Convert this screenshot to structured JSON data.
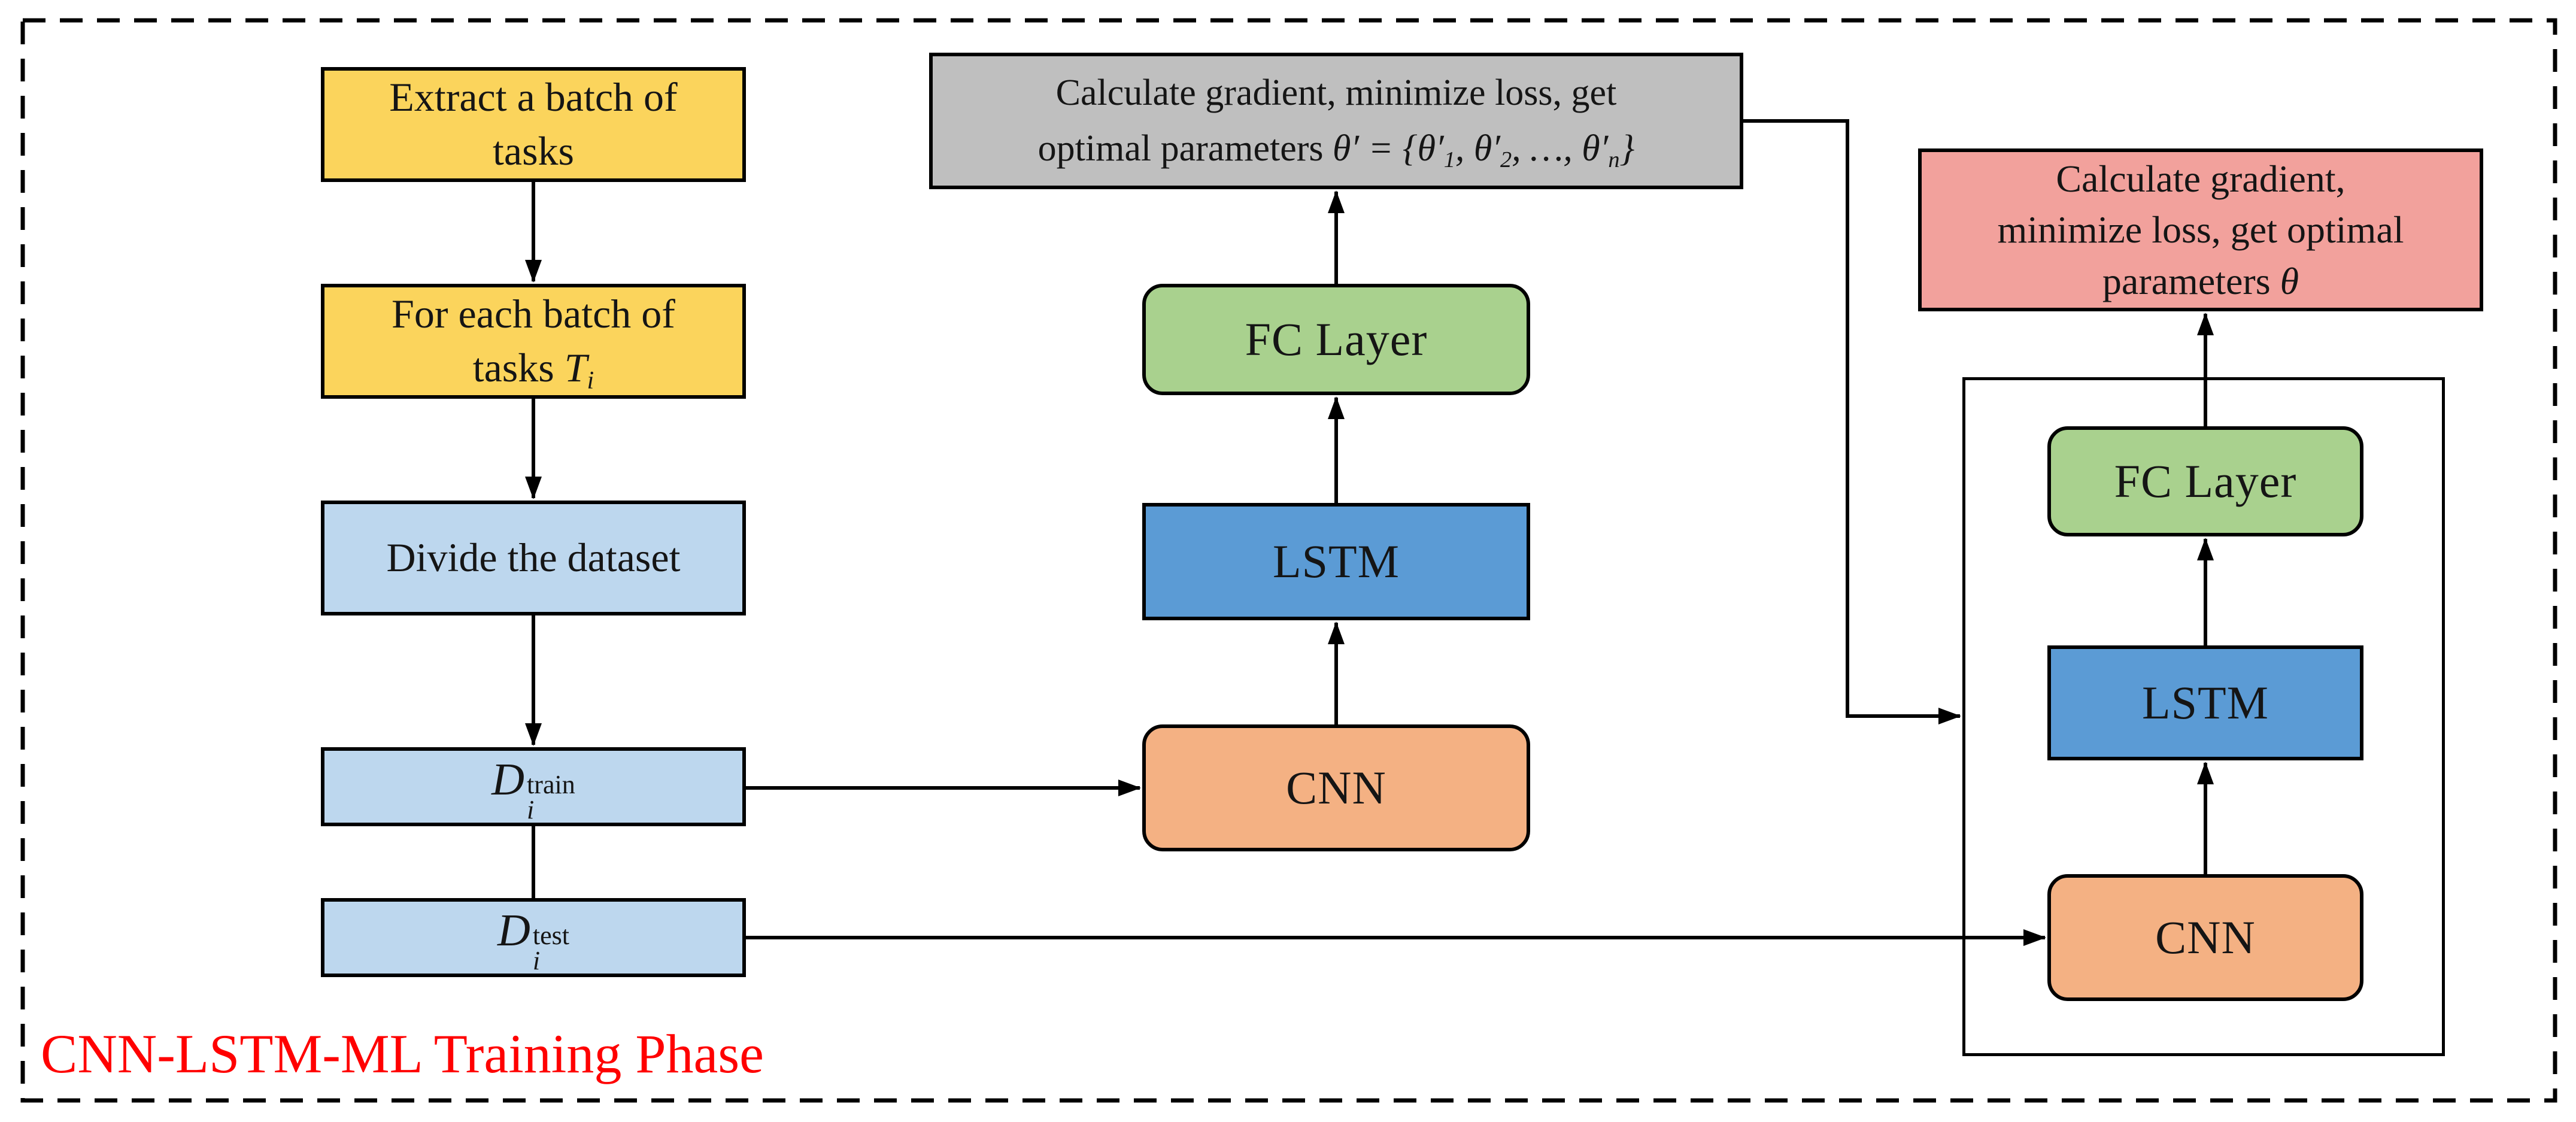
{
  "colors": {
    "yellow": "#FBD45C",
    "light_blue": "#BDD7EE",
    "gray": "#BFBFBF",
    "green": "#A9D18E",
    "blue": "#5B9BD5",
    "orange": "#F4B183",
    "pink": "#F2A19C",
    "phase_label_red": "#FF0000",
    "line_black": "#000000"
  },
  "phase_label": "CNN-LSTM-ML Training Phase",
  "left_flow": {
    "extract_box": {
      "line1": "Extract a batch of",
      "line2": "tasks"
    },
    "for_each_box": {
      "line1": "For each batch of",
      "line2_prefix": "tasks ",
      "var_base": "T",
      "var_sub": "i"
    },
    "divide_box": {
      "label": "Divide the dataset"
    },
    "d_train_box": {
      "base": "D",
      "sup": "train",
      "sub": "i"
    },
    "d_test_box": {
      "base": "D",
      "sup": "test",
      "sub": "i"
    }
  },
  "meta_update_box": {
    "line1": "Calculate gradient, minimize loss, get",
    "line2_prefix": "optimal parameters ",
    "expr_t0": "θ′ = {θ′",
    "expr_s1": "1",
    "expr_t1": ", θ′",
    "expr_s2": "2",
    "expr_t2": ", …, θ′",
    "expr_s3": "n",
    "expr_t3": "}"
  },
  "final_update_box": {
    "line1": "Calculate gradient,",
    "line2": "minimize loss, get optimal",
    "line3_prefix": "parameters ",
    "theta": "θ"
  },
  "layers": {
    "cnn": "CNN",
    "lstm": "LSTM",
    "fc": "FC Layer"
  }
}
